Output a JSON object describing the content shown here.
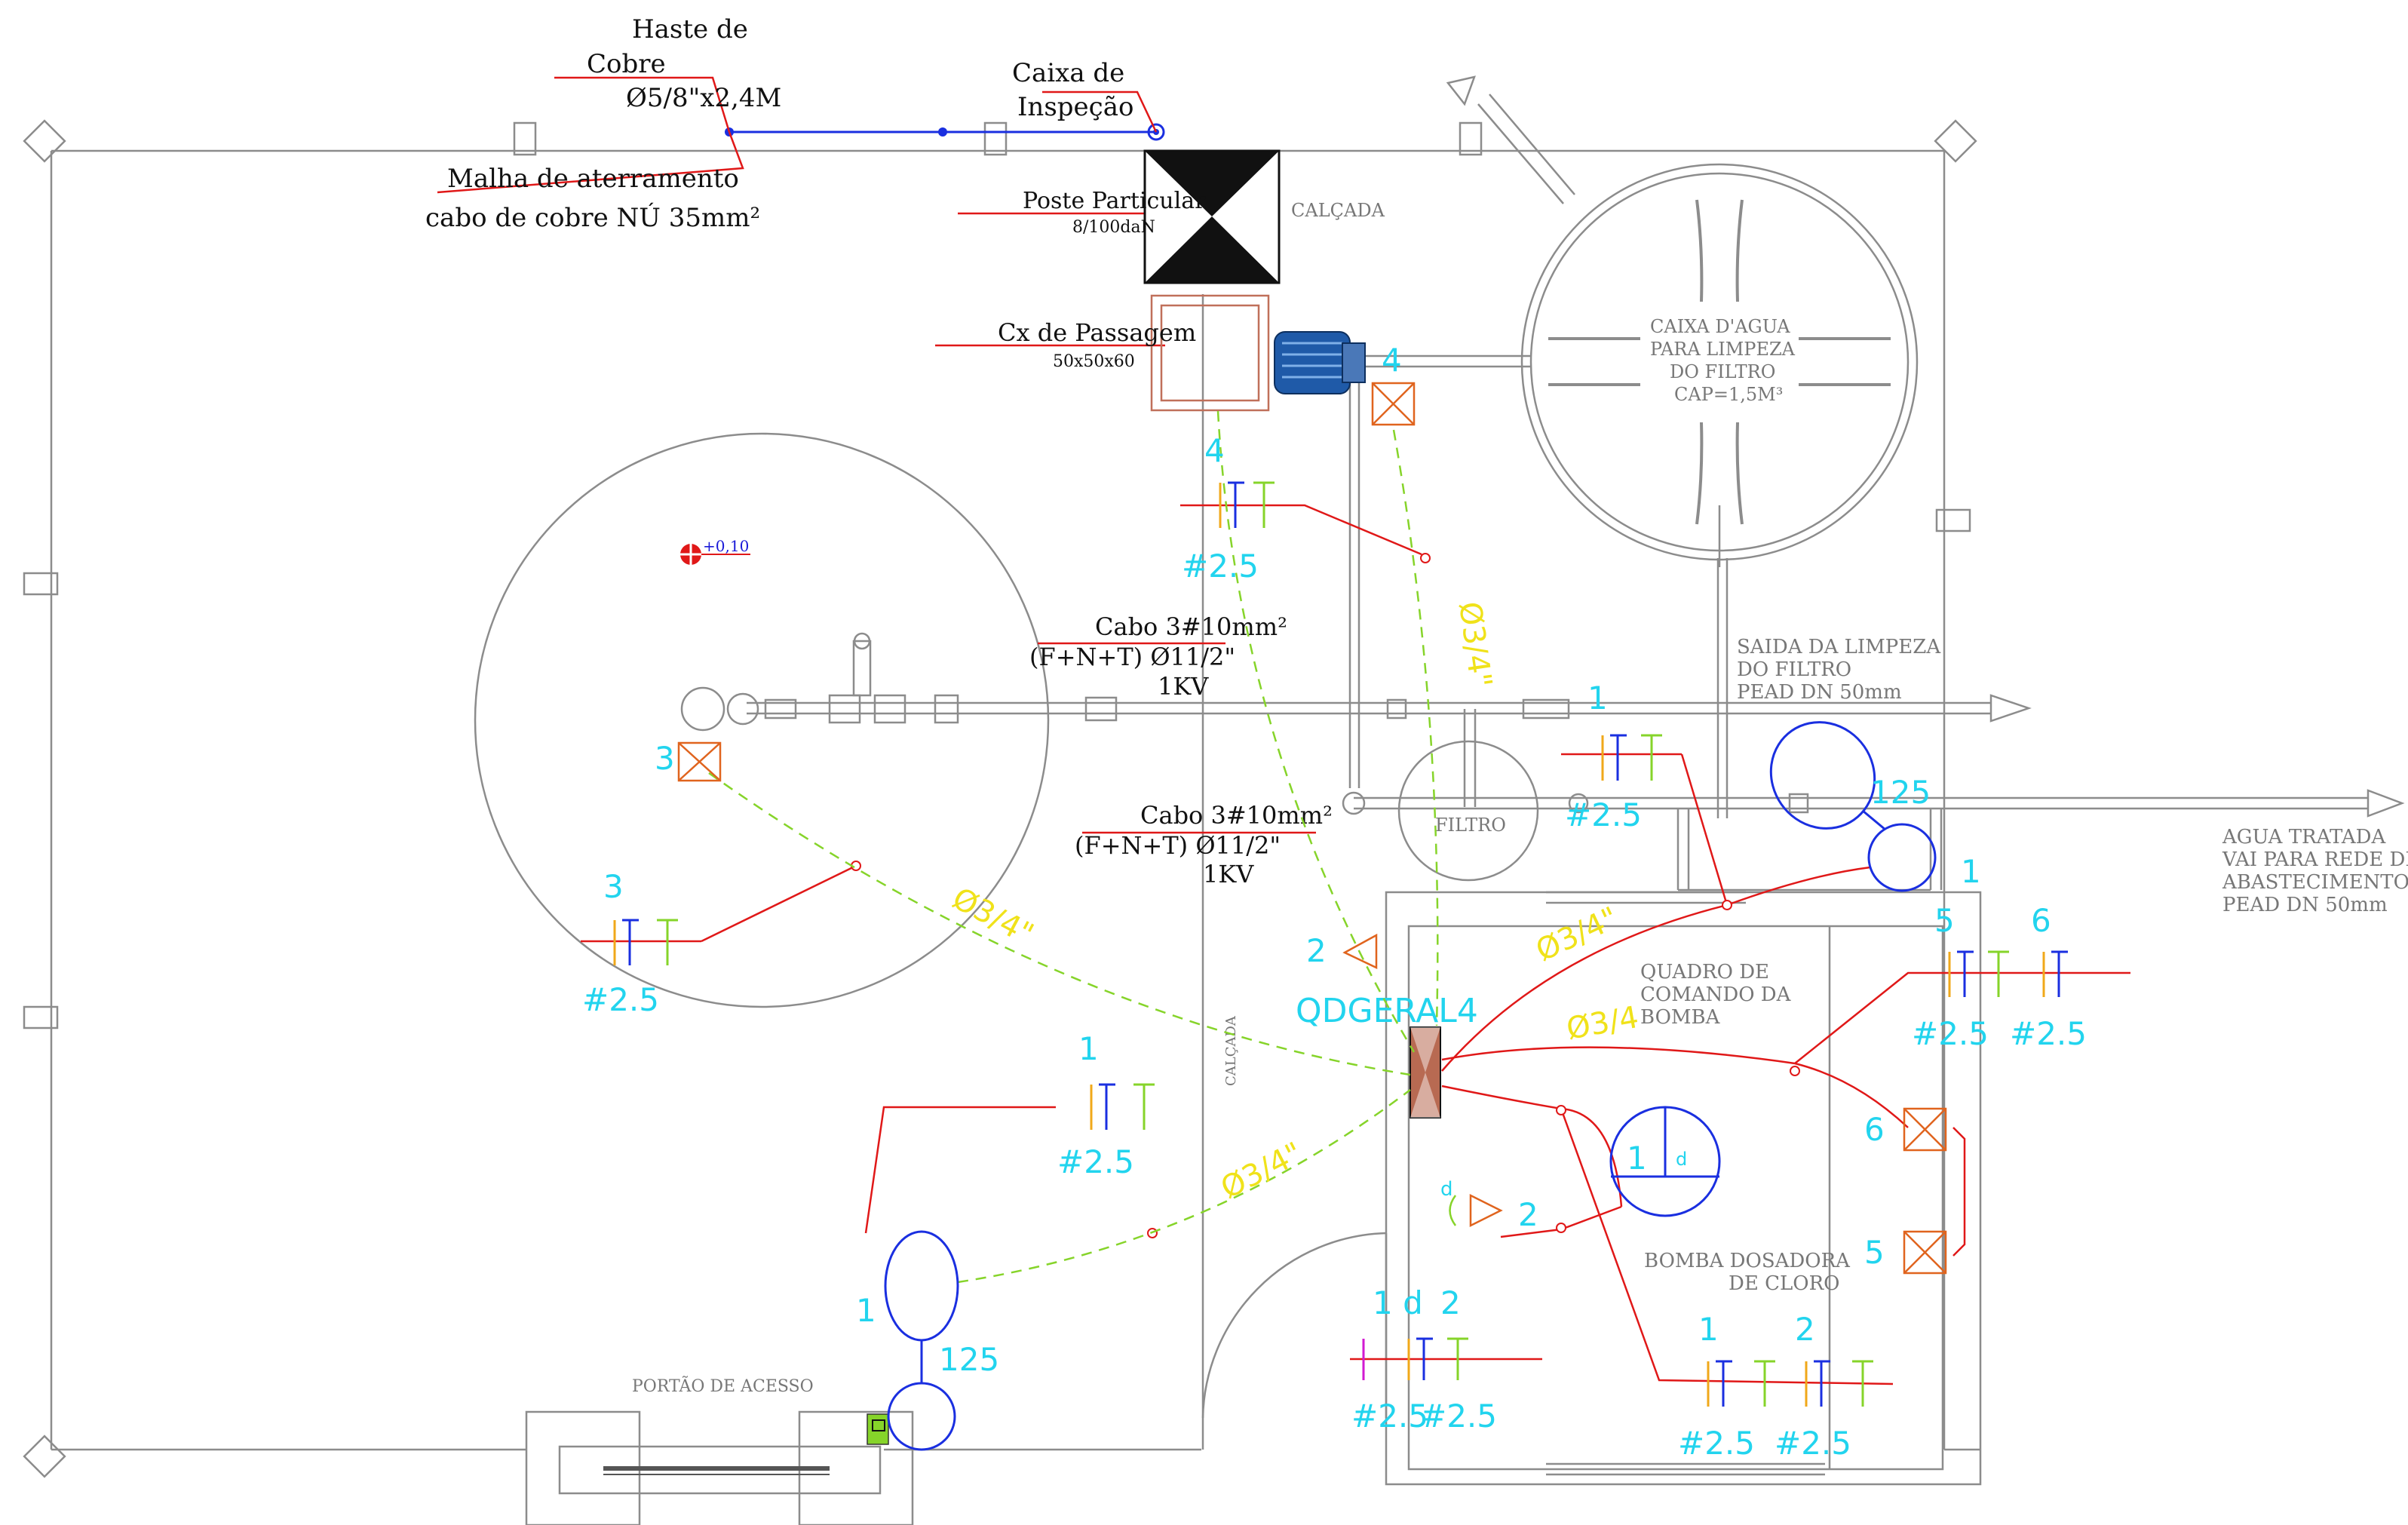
{
  "labels": {
    "haste_line1": "Haste de",
    "haste_line2": "Cobre",
    "haste_spec": "Ø5/8\"x2,4M",
    "malha_line1": "Malha de aterramento",
    "malha_line2": "cabo de cobre NÚ 35mm²",
    "caixa_inspecao_line1": "Caixa de",
    "caixa_inspecao_line2": "Inspeção",
    "poste": "Poste Particular",
    "poste_spec": "8/100daN",
    "calcada_top": "CALÇADA",
    "calcada_side": "CALÇADA",
    "cx_passagem": "Cx de Passagem",
    "cx_passagem_spec": "50x50x60",
    "caixa_agua": [
      "CAIXA D'AGUA",
      "PARA LIMPEZA",
      "DO FILTRO",
      "CAP=1,5M³"
    ],
    "level_mark": "+0,10",
    "cabo1": [
      "Cabo 3#10mm²",
      "(F+N+T) Ø11/2\"",
      "1KV"
    ],
    "cabo2": [
      "Cabo 3#10mm²",
      "(F+N+T) Ø11/2\"",
      "1KV"
    ],
    "saida_limpeza": [
      "SAIDA DA LIMPEZA",
      "DO FILTRO",
      "PEAD DN 50mm"
    ],
    "agua_tratada": [
      "AGUA TRATADA",
      "VAI PARA REDE DE",
      "ABASTECIMENTO",
      "PEAD DN 50mm"
    ],
    "filtro": "FILTRO",
    "quadro_comando": [
      "QUADRO DE",
      "COMANDO DA",
      "BOMBA"
    ],
    "bomba_dosadora": [
      "BOMBA DOSADORA",
      "DE CLORO"
    ],
    "portao": "PORTÃO DE ACESSO",
    "qdgeral": "QDGERAL4",
    "conduit": "Ø3/4\"",
    "conduit_plain": "Ø3/4",
    "wire": "#2.5",
    "n1": "1",
    "n2": "2",
    "n3": "3",
    "n4": "4",
    "n5": "5",
    "n6": "6",
    "n125": "125",
    "d": "d",
    "one_d": "1 d"
  },
  "colors": {
    "outline": "#8c8c8c",
    "blue": "#1a2fe0",
    "red": "#e01818",
    "green": "#86d42a",
    "cyan": "#22d4ee",
    "yellow": "#f0e21a",
    "orange": "#e0641e",
    "motor": "#1f5aa8",
    "board": "#b86a52"
  }
}
